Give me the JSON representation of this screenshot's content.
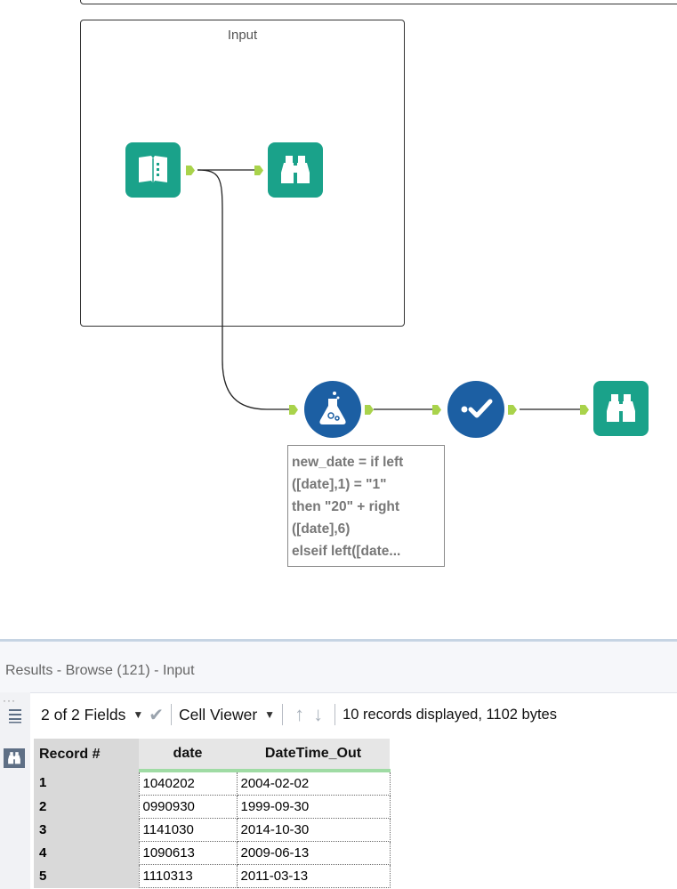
{
  "canvas": {
    "container_title": "Input",
    "annotation_lines": [
      "new_date = if left",
      "([date],1) = \"1\"",
      "then \"20\" + right",
      "([date],6)",
      "elseif left([date..."
    ],
    "tools": [
      {
        "name": "input-data-tool",
        "icon": "book-icon"
      },
      {
        "name": "browse-tool-1",
        "icon": "binoculars-icon"
      },
      {
        "name": "formula-tool",
        "icon": "flask-icon"
      },
      {
        "name": "datetime-tool",
        "icon": "dot-check-icon"
      },
      {
        "name": "browse-tool-2",
        "icon": "binoculars-icon"
      }
    ],
    "colors": {
      "tool_teal": "#1aa28a",
      "tool_blue": "#1c5fa3",
      "anchor_green": "#a9d34b"
    }
  },
  "results": {
    "title": "Results - Browse (121) - Input",
    "toolbar": {
      "fields": "2 of 2 Fields",
      "viewer": "Cell Viewer",
      "status": "10 records displayed, 1102 bytes"
    },
    "columns": [
      "Record #",
      "date",
      "DateTime_Out"
    ],
    "rows": [
      [
        "1",
        "1040202",
        "2004-02-02"
      ],
      [
        "2",
        "0990930",
        "1999-09-30"
      ],
      [
        "3",
        "1141030",
        "2014-10-30"
      ],
      [
        "4",
        "1090613",
        "2009-06-13"
      ],
      [
        "5",
        "1110313",
        "2011-03-13"
      ]
    ]
  }
}
